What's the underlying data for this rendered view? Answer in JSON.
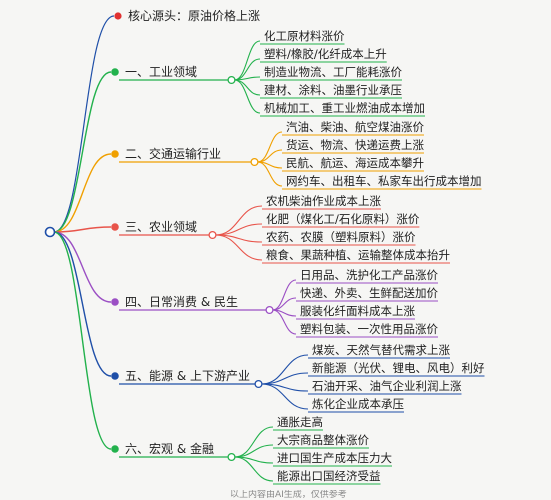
{
  "root": {
    "label": "核心源头：原油价格上涨",
    "color": "#e03131"
  },
  "branches": [
    {
      "id": "industry",
      "label": "一、工业领域",
      "color": "#22b14c",
      "leaves": [
        "化工原材料涨价",
        "塑料/橡胶/化纤成本上升",
        "制造业物流、工厂能耗涨价",
        "建材、涂料、油墨行业承压",
        "机械加工、重工业燃油成本增加"
      ]
    },
    {
      "id": "transport",
      "label": "二、交通运输行业",
      "color": "#f0a000",
      "leaves": [
        "汽油、柴油、航空煤油涨价",
        "货运、物流、快递运费上涨",
        "民航、航运、海运成本攀升",
        "网约车、出租车、私家车出行成本增加"
      ]
    },
    {
      "id": "agriculture",
      "label": "三、农业领域",
      "color": "#e8544a",
      "leaves": [
        "农机柴油作业成本上涨",
        "化肥（煤化工/石化原料）涨价",
        "农药、农膜（塑料原料）涨价",
        "粮食、果蔬种植、运输整体成本抬升"
      ]
    },
    {
      "id": "consumption",
      "label": "四、日常消费 & 民生",
      "color": "#9b4fc4",
      "leaves": [
        "日用品、洗护化工产品涨价",
        "快递、外卖、生鲜配送加价",
        "服装化纤面料成本上涨",
        "塑料包装、一次性用品涨价"
      ]
    },
    {
      "id": "energy",
      "label": "五、能源 & 上下游产业",
      "color": "#1f4fa8",
      "leaves": [
        "煤炭、天然气替代需求上涨",
        "新能源（光伏、锂电、风电）利好",
        "石油开采、油气企业利润上涨",
        "炼化企业成本承压"
      ]
    },
    {
      "id": "macro",
      "label": "六、宏观 & 金融",
      "color": "#22b14c",
      "leaves": [
        "通胀走高",
        "大宗商品整体涨价",
        "进口国生产成本压力大",
        "能源出口国经济受益"
      ]
    }
  ],
  "footer": "以上内容由AI生成，仅供参考"
}
